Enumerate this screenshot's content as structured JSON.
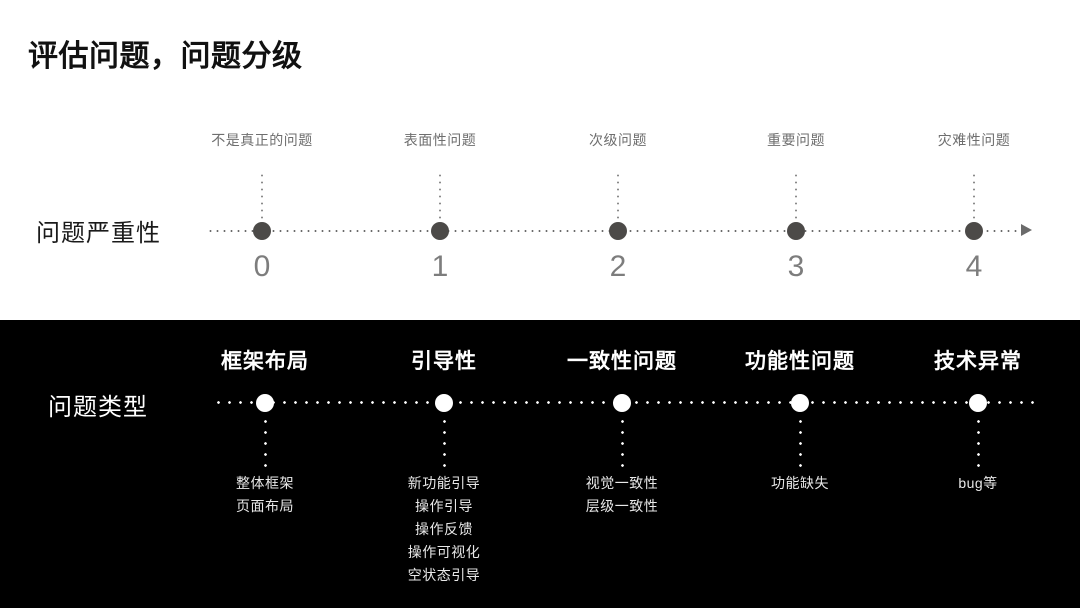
{
  "slide": {
    "title": "评估问题，问题分级",
    "background_top": "#ffffff",
    "background_bottom": "#000000",
    "accent_dot_top": "#4c4a48",
    "accent_dot_bottom": "#ffffff"
  },
  "severity": {
    "axis_label": "问题严重性",
    "arrow_icon": "arrow-right-icon",
    "nodes": [
      {
        "caption": "不是真正的问题",
        "number": "0"
      },
      {
        "caption": "表面性问题",
        "number": "1"
      },
      {
        "caption": "次级问题",
        "number": "2"
      },
      {
        "caption": "重要问题",
        "number": "3"
      },
      {
        "caption": "灾难性问题",
        "number": "4"
      }
    ]
  },
  "types": {
    "axis_label": "问题类型",
    "nodes": [
      {
        "heading": "框架布局",
        "items": [
          "整体框架",
          "页面布局"
        ]
      },
      {
        "heading": "引导性",
        "items": [
          "新功能引导",
          "操作引导",
          "操作反馈",
          "操作可视化",
          "空状态引导"
        ]
      },
      {
        "heading": "一致性问题",
        "items": [
          "视觉一致性",
          "层级一致性"
        ]
      },
      {
        "heading": "功能性问题",
        "items": [
          "功能缺失"
        ]
      },
      {
        "heading": "技术异常",
        "items": [
          "bug等"
        ]
      }
    ]
  }
}
